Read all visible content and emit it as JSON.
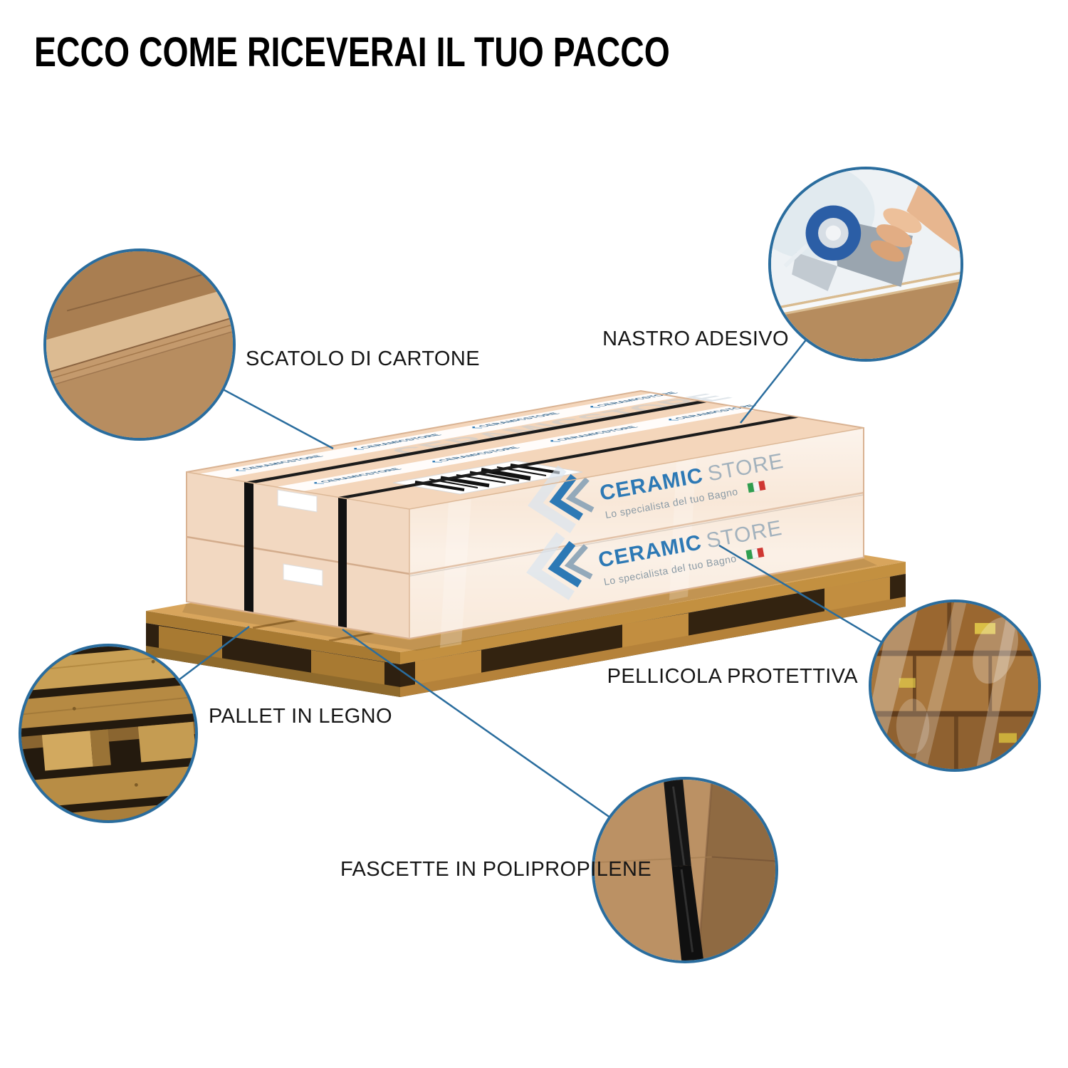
{
  "title": "ECCO COME RICEVERAI IL TUO PACCO",
  "callouts": {
    "cardboard": {
      "label": "SCATOLO DI CARTONE"
    },
    "tape": {
      "label": "NASTRO ADESIVO"
    },
    "film": {
      "label": "PELLICOLA PROTETTIVA"
    },
    "pallet": {
      "label": "PALLET IN LEGNO"
    },
    "straps": {
      "label": "FASCETTE IN POLIPROPILENE"
    }
  },
  "package": {
    "brand": {
      "name_primary": "CERAMIC",
      "name_secondary": "STORE",
      "tagline": "Lo specialista del tuo Bagno"
    },
    "tape_brand": "CERAMICSTORE",
    "watermark": "CERAMICSTORE"
  },
  "colors": {
    "accent_blue": "#2a6d9e",
    "logo_blue": "#2d79b5",
    "logo_gray": "#a3b2bd",
    "box_peach": "#f4d6bb",
    "pallet_wood": "#d8a55c",
    "strap_black": "#1b1b1b"
  }
}
